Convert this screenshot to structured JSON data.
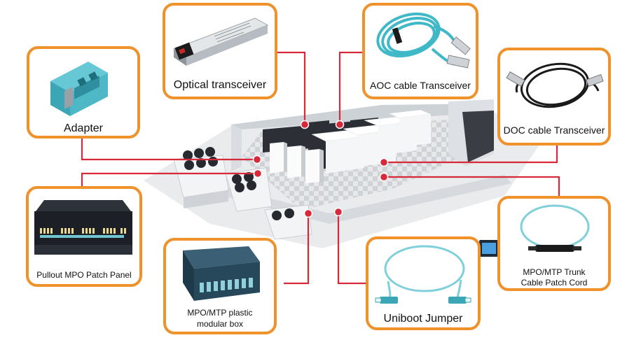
{
  "colors": {
    "card_border": "#f0922b",
    "connector": "#d62a3a",
    "aqua": "#3fb8c8",
    "cable_black": "#1a1a1a"
  },
  "cards": {
    "optical": {
      "label": "Optical transceiver",
      "icon": "sfp-module-icon"
    },
    "aoc": {
      "label": "AOC cable Transceiver",
      "icon": "aoc-cable-icon"
    },
    "adapter": {
      "label": "Adapter",
      "icon": "fiber-adapter-icon"
    },
    "doc": {
      "label": "DOC cable Transceiver",
      "icon": "dac-cable-icon"
    },
    "pullout": {
      "label": "Pullout MPO Patch Panel",
      "icon": "patch-panel-icon"
    },
    "modular": {
      "line1": "MPO/MTP plastic",
      "line2": "modular box",
      "icon": "modular-box-icon"
    },
    "uniboot": {
      "label": "Uniboot Jumper",
      "icon": "uniboot-jumper-icon"
    },
    "trunk": {
      "line1": "MPO/MTP Trunk",
      "line2": "Cable Patch Cord",
      "icon": "trunk-cable-icon"
    }
  }
}
